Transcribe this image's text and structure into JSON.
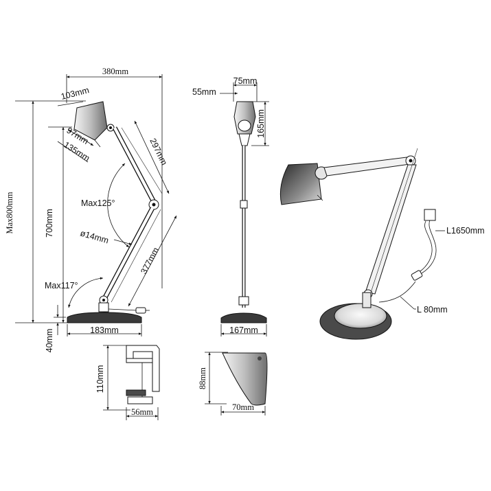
{
  "front_view": {
    "width_top": "380mm",
    "head_top": "103mm",
    "head_len": "97mm",
    "head_depth": "135mm",
    "upper_arm": "297mm",
    "angle_upper": "Max125°",
    "tube_diameter": "ø14mm",
    "lower_arm": "377mm",
    "angle_lower": "Max117°",
    "max_height": "Max800mm",
    "height": "700mm",
    "base_width": "183mm",
    "base_height": "40mm"
  },
  "side_view": {
    "head_width": "75mm",
    "head_inset": "55mm",
    "head_height": "165mm",
    "base_width": "167mm"
  },
  "perspective_view": {
    "cable_length": "L1650mm",
    "cable_short": "L 80mm"
  },
  "clamp_detail": {
    "height": "110mm",
    "width": "56mm"
  },
  "shade_detail": {
    "height": "88mm",
    "width": "70mm"
  }
}
